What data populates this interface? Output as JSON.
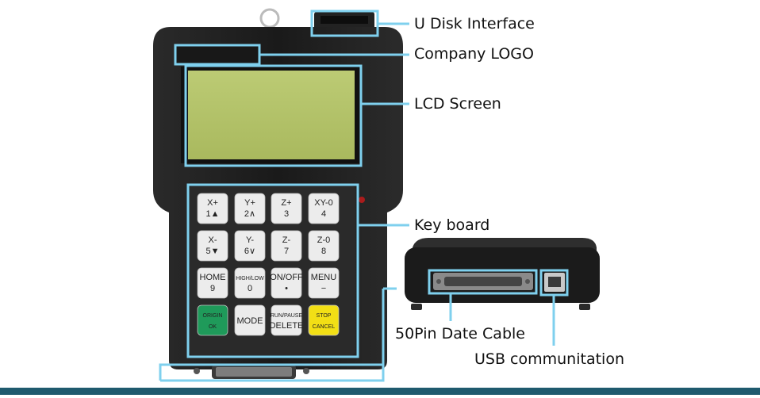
{
  "callouts": {
    "u_disk": "U Disk Interface",
    "logo": "Company LOGO",
    "lcd": "LCD Screen",
    "keyboard": "Key board",
    "cable": "50Pin Date Cable",
    "usb": "USB communitation"
  },
  "keys": [
    {
      "top": "X+",
      "bottom": "1▲",
      "style": "white"
    },
    {
      "top": "Y+",
      "bottom": "2∧",
      "style": "white"
    },
    {
      "top": "Z+",
      "bottom": "3",
      "style": "white"
    },
    {
      "top": "XY-0",
      "bottom": "4",
      "style": "white"
    },
    {
      "top": "X-",
      "bottom": "5▼",
      "style": "white"
    },
    {
      "top": "Y-",
      "bottom": "6∨",
      "style": "white"
    },
    {
      "top": "Z-",
      "bottom": "7",
      "style": "white"
    },
    {
      "top": "Z-0",
      "bottom": "8",
      "style": "white"
    },
    {
      "top": "HOME",
      "bottom": "9",
      "style": "white"
    },
    {
      "top": "HIGH/LOW",
      "bottom": "0",
      "style": "white"
    },
    {
      "top": "ON/OFF",
      "bottom": "•",
      "style": "white"
    },
    {
      "top": "MENU",
      "bottom": "−",
      "style": "white"
    },
    {
      "top": "ORIGIN",
      "bottom": "OK",
      "style": "green"
    },
    {
      "top": "MODE",
      "bottom": "",
      "style": "white"
    },
    {
      "top": "RUN/PAUSE",
      "bottom": "DELETE",
      "style": "white"
    },
    {
      "top": "STOP",
      "bottom": "CANCEL",
      "style": "yellow"
    }
  ],
  "colors": {
    "highlight": "#7fd0ee",
    "device_body": "#1b1b1b",
    "lcd": "#b4c46a",
    "key_white": "#ececec",
    "key_green": "#1f9a5a",
    "key_yellow": "#f2df15",
    "bottom_bar": "#1f5a6e"
  }
}
